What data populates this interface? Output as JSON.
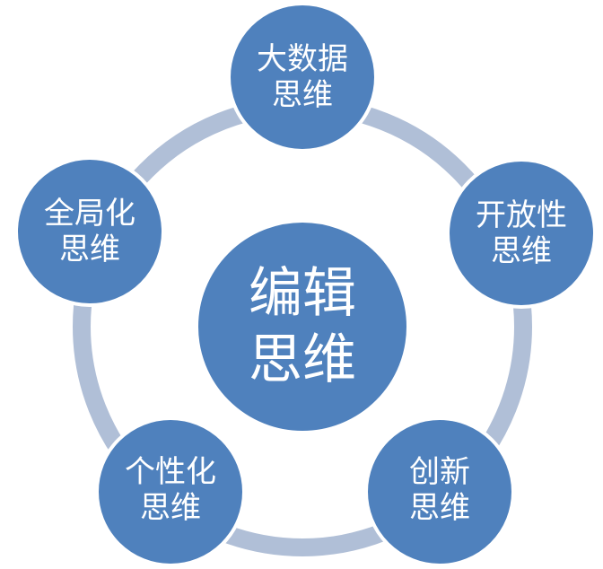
{
  "colors": {
    "node_fill": "#4f81bd",
    "node_border": "#ffffff",
    "ring": "#b0bfd7",
    "text": "#ffffff"
  },
  "center": {
    "line1": "编辑",
    "line2": "思维"
  },
  "nodes": [
    {
      "id": "big-data",
      "line1": "大数据",
      "line2": "思维"
    },
    {
      "id": "openness",
      "line1": "开放性",
      "line2": "思维"
    },
    {
      "id": "innovation",
      "line1": "创新",
      "line2": "思维"
    },
    {
      "id": "personalization",
      "line1": "个性化",
      "line2": "思维"
    },
    {
      "id": "holistic",
      "line1": "全局化",
      "line2": "思维"
    }
  ]
}
